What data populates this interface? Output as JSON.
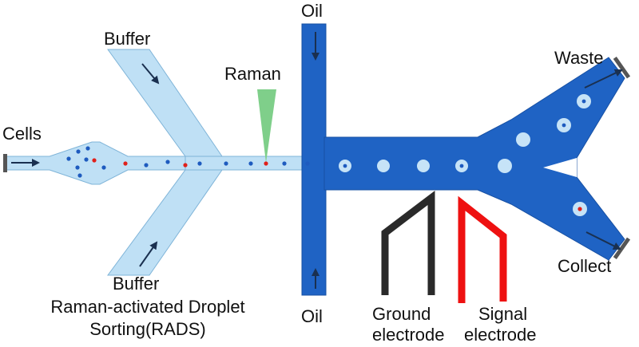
{
  "labels": {
    "cells": "Cells",
    "buffer_top": "Buffer",
    "buffer_bottom": "Buffer",
    "raman": "Raman",
    "oil_top": "Oil",
    "oil_bottom": "Oil",
    "waste": "Waste",
    "collect": "Collect",
    "title_line1": "Raman-activated Droplet",
    "title_line2": "Sorting(RADS)",
    "ground_line1": "Ground",
    "ground_line2": "electrode",
    "signal_line1": "Signal",
    "signal_line2": "electrode"
  },
  "colors": {
    "light_channel": "#bfe0f5",
    "light_channel_edge": "#7fb4d8",
    "dark_channel": "#1f63c4",
    "dark_channel_edge": "#1750a3",
    "cell_dot": "#1e5bbf",
    "target_cell": "#e0201b",
    "droplet": "#c6e3f7",
    "raman_beam": "#7fcf8a",
    "ground_electrode": "#2a2a2a",
    "signal_electrode": "#ee1111",
    "arrow": "#1a3050",
    "inlet_cap": "#555555"
  }
}
